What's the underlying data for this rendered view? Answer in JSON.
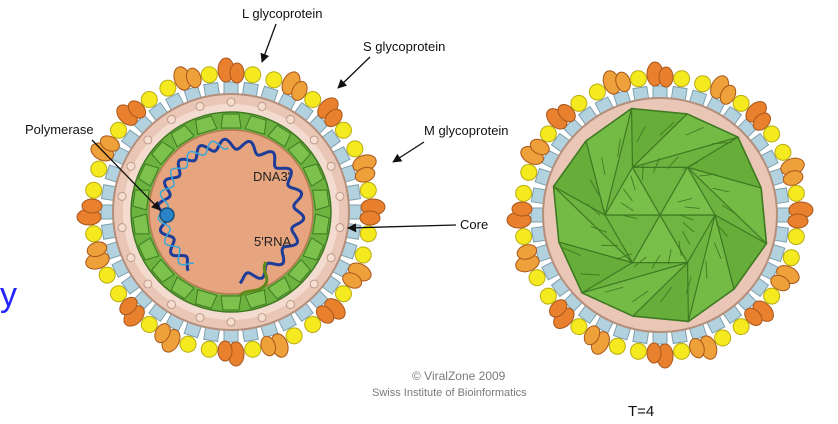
{
  "labels": {
    "l_glycoprotein": "L glycoprotein",
    "s_glycoprotein": "S glycoprotein",
    "m_glycoprotein": "M glycoprotein",
    "polymerase": "Polymerase",
    "core": "Core",
    "dna": "DNA3'",
    "rna": "5'RNA",
    "triangulation": "T=4"
  },
  "credit": {
    "line1": "© ViralZone 2009",
    "line2": "Swiss Institute of Bioinformatics"
  },
  "cropped_text": "y",
  "colors": {
    "shell_green": "#6cb33f",
    "core_fill": "#e7a57f",
    "membrane": "#e9c6b5",
    "spike_base": "#b3d2df",
    "s_protein": "#f5ea1f",
    "l_protein": "#e8802e",
    "m_protein": "#eea03a",
    "dna_strand": "#1e3d99",
    "rna_strand": "#5f8a1a",
    "polymerase": "#2b84c7",
    "cropped_text": "#2323ff"
  }
}
